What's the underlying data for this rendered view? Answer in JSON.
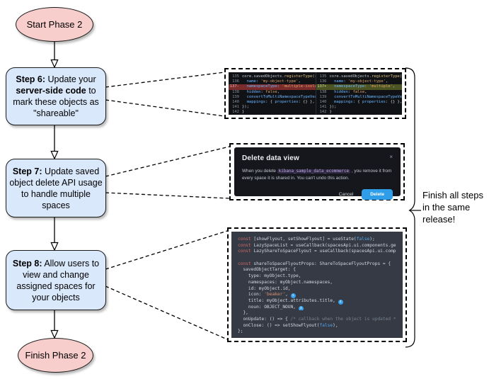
{
  "colors": {
    "terminator_fill": "#f8cecc",
    "step_fill": "#dae8fc",
    "delete_button": "#2f9de8",
    "callout_badge": "#3aa0ee",
    "diff_removed_bg": "#7a2b2b",
    "diff_added_bg": "#4b5422",
    "diff_panel_bg": "#101216",
    "modal_bg": "#15171c",
    "code_panel_bg": "#353a45"
  },
  "flowchart": {
    "start_label": "Start Phase 2",
    "finish_label": "Finish Phase 2",
    "brace_label_lines": [
      "Finish all steps",
      "in the same",
      "release!"
    ],
    "steps": [
      {
        "segments": [
          {
            "b": true,
            "t": "Step 6:"
          },
          {
            "t": " Update your "
          },
          {
            "b": true,
            "t": "server-side code"
          },
          {
            "t": " to mark these objects as \"shareable\""
          }
        ]
      },
      {
        "segments": [
          {
            "b": true,
            "t": "Step 7:"
          },
          {
            "t": " Update saved object delete API usage to handle multiple spaces"
          }
        ]
      },
      {
        "segments": [
          {
            "b": true,
            "t": "Step 8:"
          },
          {
            "t": " Allow users to view and change assigned spaces for your objects"
          }
        ]
      }
    ]
  },
  "screenshots": {
    "diff": {
      "left": [
        {
          "num": "135",
          "segs": [
            [
              "p",
              "core.savedObjects."
            ],
            [
              "f",
              "registerType"
            ],
            [
              "p",
              "({"
            ]
          ]
        },
        {
          "num": "136",
          "segs": [
            [
              "k",
              "  name"
            ],
            [
              "p",
              ": "
            ],
            [
              "s",
              "'my-object-type'"
            ],
            [
              "p",
              ","
            ]
          ]
        },
        {
          "num": "137-",
          "kind": "del",
          "segs": [
            [
              "k",
              "  namespaceType"
            ],
            [
              "p",
              ": "
            ],
            [
              "s",
              "'multiple-isolated'"
            ],
            [
              "p",
              ","
            ]
          ]
        },
        {
          "num": "138",
          "segs": [
            [
              "k",
              "  hidden"
            ],
            [
              "p",
              ": "
            ],
            [
              "s",
              "false"
            ],
            [
              "p",
              ","
            ]
          ]
        },
        {
          "num": "139",
          "segs": [
            [
              "k",
              "  convertToMultiNamespaceTypeVersion"
            ],
            [
              "p",
              ": "
            ],
            [
              "s",
              "'"
            ]
          ]
        },
        {
          "num": "140",
          "segs": [
            [
              "k",
              "  mappings"
            ],
            [
              "p",
              ": { "
            ],
            [
              "k",
              "properties"
            ],
            [
              "p",
              ": {} },"
            ]
          ]
        },
        {
          "num": "141",
          "segs": [
            [
              "p",
              "});"
            ]
          ]
        },
        {
          "num": "142",
          "segs": [
            [
              "p",
              "}"
            ]
          ]
        }
      ],
      "right": [
        {
          "num": "135",
          "segs": [
            [
              "p",
              "core.savedObjects."
            ],
            [
              "f",
              "registerType"
            ],
            [
              "p",
              "({"
            ]
          ]
        },
        {
          "num": "136",
          "segs": [
            [
              "k",
              "  name"
            ],
            [
              "p",
              ": "
            ],
            [
              "s",
              "'my-object-type'"
            ],
            [
              "p",
              ","
            ]
          ]
        },
        {
          "num": "137+",
          "kind": "add",
          "segs": [
            [
              "k",
              "  namespaceType"
            ],
            [
              "p",
              ": "
            ],
            [
              "s",
              "'multiple'"
            ],
            [
              "p",
              ","
            ]
          ]
        },
        {
          "num": "138",
          "segs": [
            [
              "k",
              "  hidden"
            ],
            [
              "p",
              ": "
            ],
            [
              "s",
              "false"
            ],
            [
              "p",
              ","
            ]
          ]
        },
        {
          "num": "139",
          "segs": [
            [
              "k",
              "  convertToMultiNamespaceTypeVersion"
            ],
            [
              "p",
              ": "
            ],
            [
              "s",
              "'"
            ]
          ]
        },
        {
          "num": "140",
          "segs": [
            [
              "k",
              "  mappings"
            ],
            [
              "p",
              ": { "
            ],
            [
              "k",
              "properties"
            ],
            [
              "p",
              ": {} },"
            ]
          ]
        },
        {
          "num": "141",
          "segs": [
            [
              "p",
              "});"
            ]
          ]
        },
        {
          "num": "142",
          "segs": [
            [
              "p",
              "}"
            ]
          ]
        }
      ]
    },
    "modal": {
      "title": "Delete data view",
      "close_icon": "×",
      "body_pre": "When you delete ",
      "code_token": "kibana_sample_data_ecommerce",
      "body_post": " , you remove it from every space it is shared in. You can't undo this action.",
      "cancel_label": "Cancel",
      "delete_label": "Delete"
    },
    "flyout_code": {
      "lines": [
        [
          [
            "kw",
            "const"
          ],
          [
            "pl",
            " [showFlyout, setShowFlyout] = useState("
          ],
          [
            "lit",
            "false"
          ],
          [
            "pl",
            ");"
          ]
        ],
        [
          [
            "kw",
            "const"
          ],
          [
            "pl",
            " LazySpaceList = useCallback(spacesApi.ui.components.getSpaceLis"
          ]
        ],
        [
          [
            "kw",
            "const"
          ],
          [
            "pl",
            " LazyShareToSpaceFlyout = useCallback(spacesApi.ui.components.ge"
          ]
        ],
        [],
        [
          [
            "kw",
            "const"
          ],
          [
            "pl",
            " shareToSpaceFlyoutProps: ShareToSpaceFlyoutProps = {"
          ]
        ],
        [
          [
            "pl",
            "  savedObjectTarget: {"
          ]
        ],
        [
          [
            "pl",
            "    type: myObject.type,"
          ]
        ],
        [
          [
            "pl",
            "    namespaces: myObject.namespaces,"
          ]
        ],
        [
          [
            "pl",
            "    id: myObject.id,"
          ]
        ],
        [
          [
            "pl",
            "    icon: "
          ],
          [
            "str",
            "'beaker'"
          ],
          [
            "pl",
            ", "
          ],
          [
            "c",
            "1"
          ]
        ],
        [
          [
            "pl",
            "    title: myObject.attributes.title, "
          ],
          [
            "c",
            "2"
          ]
        ],
        [
          [
            "pl",
            "    noun: OBJECT_NOUN, "
          ],
          [
            "c",
            "3"
          ]
        ],
        [
          [
            "pl",
            "  },"
          ]
        ],
        [
          [
            "pl",
            "  onUpdate: () => { "
          ],
          [
            "cm",
            "/* callback when the object is updated */"
          ],
          [
            "pl",
            " },"
          ]
        ],
        [
          [
            "pl",
            "  onClose: () => setShowFlyout("
          ],
          [
            "lit",
            "false"
          ],
          [
            "pl",
            "),"
          ]
        ],
        [
          [
            "pl",
            "};"
          ]
        ]
      ]
    }
  }
}
